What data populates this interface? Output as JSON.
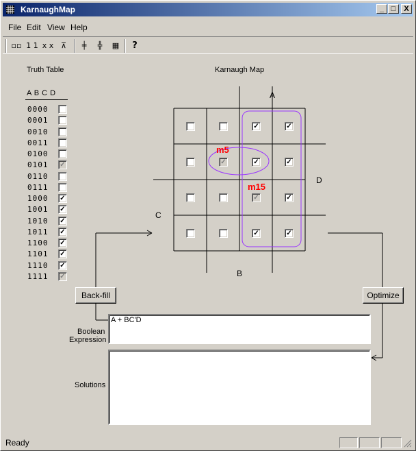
{
  "window": {
    "title": "KarnaughMap",
    "minimize": "_",
    "maximize": "□",
    "close": "X"
  },
  "menu": {
    "items": [
      "File",
      "Edit",
      "View",
      "Help"
    ]
  },
  "toolbar": {
    "buttons": [
      {
        "name": "grid-2x2-icon",
        "glyph": "▫▫"
      },
      {
        "name": "ones-icon",
        "glyph": "1 1"
      },
      {
        "name": "x-icon",
        "glyph": "x x"
      },
      {
        "name": "sort-icon",
        "glyph": "⊼"
      },
      {
        "name": "kmap-small-icon",
        "glyph": "╪"
      },
      {
        "name": "kmap-medium-icon",
        "glyph": "╬"
      },
      {
        "name": "kmap-large-icon",
        "glyph": "▦"
      },
      {
        "name": "help-icon",
        "glyph": "?"
      }
    ]
  },
  "truth_table": {
    "heading": "Truth Table",
    "columns": "A B C D",
    "rows": [
      {
        "bits": "0000",
        "state": "unchecked"
      },
      {
        "bits": "0001",
        "state": "unchecked"
      },
      {
        "bits": "0010",
        "state": "unchecked"
      },
      {
        "bits": "0011",
        "state": "unchecked"
      },
      {
        "bits": "0100",
        "state": "unchecked"
      },
      {
        "bits": "0101",
        "state": "dontcare"
      },
      {
        "bits": "0110",
        "state": "unchecked"
      },
      {
        "bits": "0111",
        "state": "unchecked"
      },
      {
        "bits": "1000",
        "state": "checked"
      },
      {
        "bits": "1001",
        "state": "checked"
      },
      {
        "bits": "1010",
        "state": "checked"
      },
      {
        "bits": "1011",
        "state": "checked"
      },
      {
        "bits": "1100",
        "state": "checked"
      },
      {
        "bits": "1101",
        "state": "checked"
      },
      {
        "bits": "1110",
        "state": "checked"
      },
      {
        "bits": "1111",
        "state": "dontcare"
      }
    ]
  },
  "kmap": {
    "heading": "Karnaugh Map",
    "labels": {
      "A": "A",
      "B": "B",
      "C": "C",
      "D": "D"
    },
    "annotations": {
      "m5": "m5",
      "m15": "m15"
    },
    "annotation_color": "#ff0000",
    "group_color": "#9933ff",
    "cells": [
      [
        "unchecked",
        "unchecked",
        "checked",
        "checked"
      ],
      [
        "unchecked",
        "dontcare",
        "checked",
        "checked"
      ],
      [
        "unchecked",
        "unchecked",
        "dontcare",
        "checked"
      ],
      [
        "unchecked",
        "unchecked",
        "checked",
        "checked"
      ]
    ]
  },
  "buttons": {
    "backfill": "Back-fill",
    "optimize": "Optimize"
  },
  "boolean": {
    "label_line1": "Boolean",
    "label_line2": "Expression",
    "value": "A + BC'D"
  },
  "solutions": {
    "label": "Solutions",
    "value": ""
  },
  "status": {
    "text": "Ready"
  }
}
